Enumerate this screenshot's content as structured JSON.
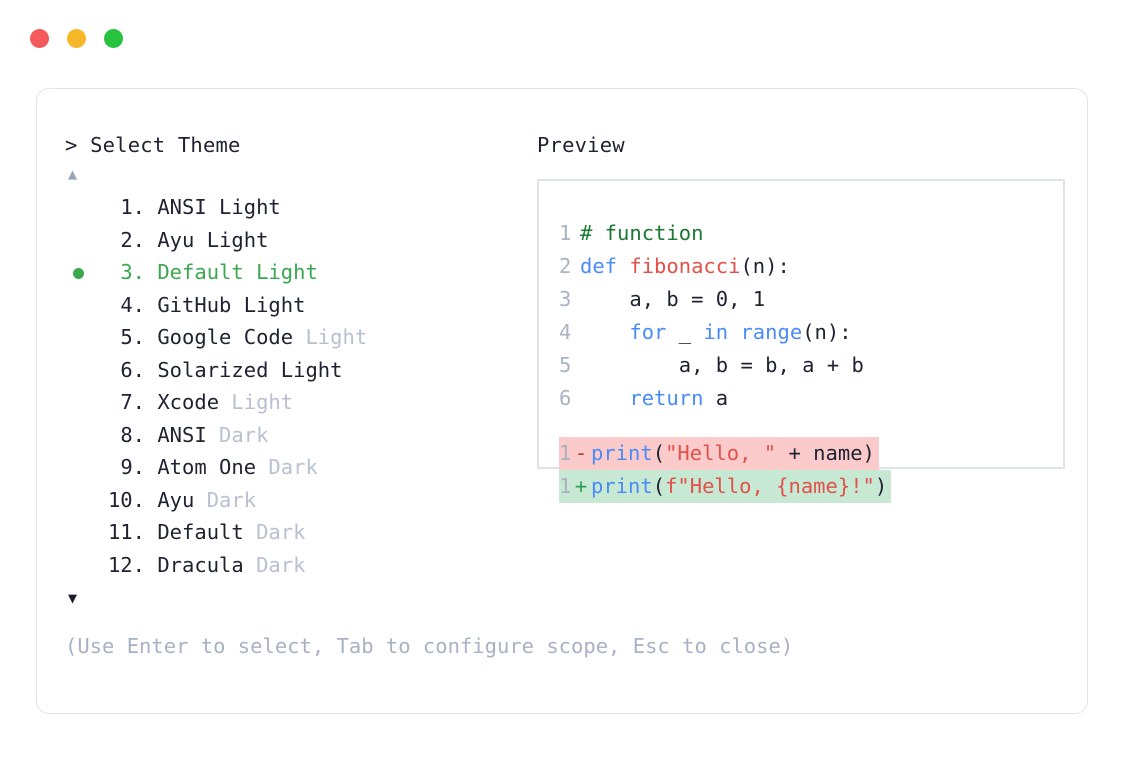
{
  "window": {
    "dots": [
      "close",
      "minimize",
      "maximize"
    ],
    "colors": {
      "close": "#f4595b",
      "minimize": "#f6b829",
      "maximize": "#27c23e"
    }
  },
  "left": {
    "prompt": "> Select Theme",
    "scroll_up": "▲",
    "scroll_down": "▼",
    "selected_index": 3,
    "items": [
      {
        "num": "1.",
        "name": "ANSI",
        "suffix": " Light",
        "suffix_dim": false
      },
      {
        "num": "2.",
        "name": "Ayu",
        "suffix": " Light",
        "suffix_dim": false
      },
      {
        "num": "3.",
        "name": "Default",
        "suffix": " Light",
        "suffix_dim": false
      },
      {
        "num": "4.",
        "name": "GitHub",
        "suffix": " Light",
        "suffix_dim": false
      },
      {
        "num": "5.",
        "name": "Google Code",
        "suffix": " Light",
        "suffix_dim": true
      },
      {
        "num": "6.",
        "name": "Solarized",
        "suffix": " Light",
        "suffix_dim": false
      },
      {
        "num": "7.",
        "name": "Xcode",
        "suffix": " Light",
        "suffix_dim": true
      },
      {
        "num": "8.",
        "name": "ANSI",
        "suffix": " Dark",
        "suffix_dim": true
      },
      {
        "num": "9.",
        "name": "Atom One",
        "suffix": " Dark",
        "suffix_dim": true
      },
      {
        "num": "10.",
        "name": "Ayu",
        "suffix": " Dark",
        "suffix_dim": true
      },
      {
        "num": "11.",
        "name": "Default",
        "suffix": " Dark",
        "suffix_dim": true
      },
      {
        "num": "12.",
        "name": "Dracula",
        "suffix": " Dark",
        "suffix_dim": true
      }
    ],
    "hint": "(Use Enter to select, Tab to configure scope, Esc to close)"
  },
  "right": {
    "label": "Preview",
    "code_lines": [
      {
        "ln": "1",
        "tokens": [
          {
            "t": "# function",
            "c": "comment"
          }
        ]
      },
      {
        "ln": "2",
        "tokens": [
          {
            "t": "def ",
            "c": "kw"
          },
          {
            "t": "fibonacci",
            "c": "fn"
          },
          {
            "t": "(n):",
            "c": "plain"
          }
        ]
      },
      {
        "ln": "3",
        "tokens": [
          {
            "t": "    a, b = ",
            "c": "plain"
          },
          {
            "t": "0",
            "c": "num"
          },
          {
            "t": ", ",
            "c": "plain"
          },
          {
            "t": "1",
            "c": "num"
          }
        ]
      },
      {
        "ln": "4",
        "tokens": [
          {
            "t": "    ",
            "c": "plain"
          },
          {
            "t": "for",
            "c": "kw"
          },
          {
            "t": " _ ",
            "c": "plain"
          },
          {
            "t": "in",
            "c": "kw"
          },
          {
            "t": " ",
            "c": "plain"
          },
          {
            "t": "range",
            "c": "kw"
          },
          {
            "t": "(n):",
            "c": "plain"
          }
        ]
      },
      {
        "ln": "5",
        "tokens": [
          {
            "t": "        a, b = b, a + b",
            "c": "plain"
          }
        ]
      },
      {
        "ln": "6",
        "tokens": [
          {
            "t": "    ",
            "c": "plain"
          },
          {
            "t": "return",
            "c": "kw"
          },
          {
            "t": " a",
            "c": "plain"
          }
        ]
      }
    ],
    "diff_lines": [
      {
        "ln": "1",
        "mark": "-",
        "kind": "del",
        "tokens": [
          {
            "t": "print",
            "c": "kw"
          },
          {
            "t": "(",
            "c": "plain"
          },
          {
            "t": "\"Hello, \"",
            "c": "str"
          },
          {
            "t": " + name)",
            "c": "plain"
          }
        ]
      },
      {
        "ln": "1",
        "mark": "+",
        "kind": "add",
        "tokens": [
          {
            "t": "print",
            "c": "kw"
          },
          {
            "t": "(",
            "c": "plain"
          },
          {
            "t": "f\"Hello, {name}!\"",
            "c": "str"
          },
          {
            "t": ")",
            "c": "plain"
          }
        ]
      }
    ]
  }
}
